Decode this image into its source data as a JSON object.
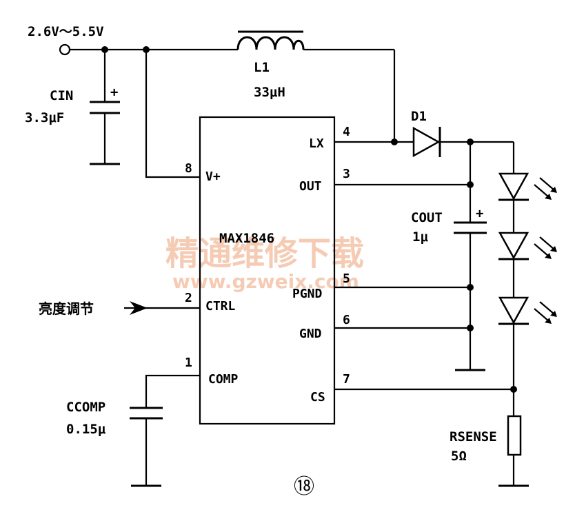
{
  "supply": {
    "label": "2.6V～5.5V"
  },
  "inductor": {
    "name": "L1",
    "value": "33μH"
  },
  "cin": {
    "name": "CIN",
    "value": "3.3μF",
    "polarity": "+"
  },
  "ic": {
    "name": "MAX1846",
    "pins": {
      "vplus": {
        "num": "8",
        "label": "V+"
      },
      "ctrl": {
        "num": "2",
        "label": "CTRL"
      },
      "comp": {
        "num": "1",
        "label": "COMP"
      },
      "lx": {
        "num": "4",
        "label": "LX"
      },
      "out": {
        "num": "3",
        "label": "OUT"
      },
      "pgnd": {
        "num": "5",
        "label": "PGND"
      },
      "gnd": {
        "num": "6",
        "label": "GND"
      },
      "cs": {
        "num": "7",
        "label": "CS"
      }
    }
  },
  "diode": {
    "name": "D1"
  },
  "cout": {
    "name": "COUT",
    "value": "1μ",
    "polarity": "+"
  },
  "ccomp": {
    "name": "CCOMP",
    "value": "0.15μ"
  },
  "rsense": {
    "name": "RSENSE",
    "value": "5Ω"
  },
  "ctrl_input": {
    "label": "亮度调节"
  },
  "figure_number": "⑱",
  "watermark": {
    "text": "精通维修下载",
    "url": "www.gzweix.com"
  }
}
